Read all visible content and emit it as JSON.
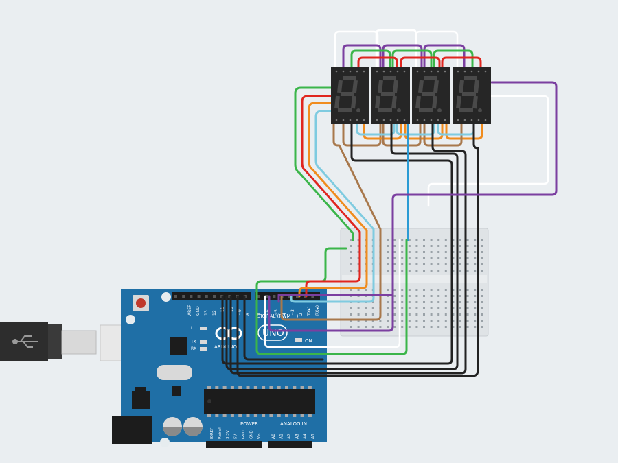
{
  "canvas": {
    "background": "#eaeef1"
  },
  "arduino": {
    "board_logo": "UNO",
    "brand": "ARDUINO",
    "header_digital": "DIGITAL (PWM ~)",
    "header_power": "POWER",
    "header_analog": "ANALOG IN",
    "led_on_label": "ON",
    "led_labels": [
      "L",
      "TX",
      "RX"
    ],
    "top_pin_labels": [
      "AREF",
      "GND",
      "13",
      "12",
      "~11",
      "~10",
      "~9",
      "8",
      "7",
      "~6",
      "~5",
      "4",
      "~3",
      "2",
      "TX▸1",
      "RX◂0"
    ],
    "power_pin_labels": [
      "IOREF",
      "RESET",
      "3.3V",
      "5V",
      "GND",
      "GND",
      "Vin"
    ],
    "analog_pin_labels": [
      "A0",
      "A1",
      "A2",
      "A3",
      "A4",
      "A5"
    ],
    "board_color": "#1f6fa6"
  },
  "displays": {
    "count": 4,
    "digit_glyph": "8.",
    "segment_off_color": "#4a4a4a"
  },
  "wire_colors": {
    "purple": "#7b3fa0",
    "green": "#3bb54a",
    "red": "#e0261f",
    "orange": "#f08c1e",
    "lightblue": "#7fcbe0",
    "brown": "#a8784c",
    "black": "#222222",
    "blue": "#2b9bd4",
    "white": "#ffffff"
  }
}
